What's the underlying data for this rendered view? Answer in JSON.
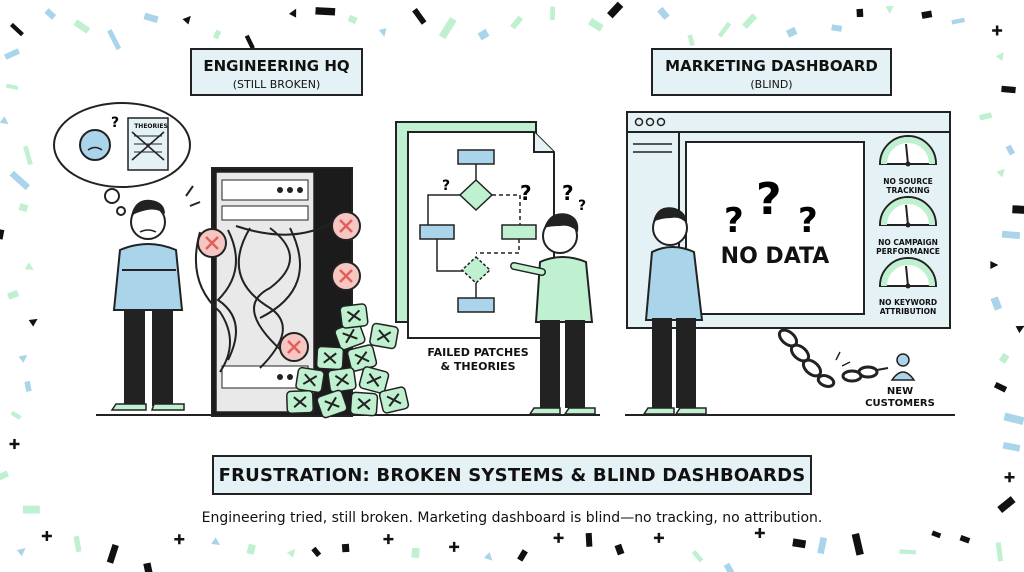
{
  "labels": {
    "engineering_title": "ENGINEERING HQ",
    "engineering_subtitle": "(STILL BROKEN)",
    "marketing_title": "MARKETING DASHBOARD",
    "marketing_subtitle": "(BLIND)",
    "thought_bubble_doc": "THEORIES",
    "failed_patches": "FAILED PATCHES\n& THEORIES",
    "no_data": "NO DATA",
    "gauge_1": "NO SOURCE TRACKING",
    "gauge_2": "NO CAMPAIGN PERFORMANCE",
    "gauge_3": "NO KEYWORD ATTRIBUTION",
    "new_customers": "NEW CUSTOMERS"
  },
  "banner": "FRUSTRATION: BROKEN SYSTEMS & BLIND DASHBOARDS",
  "caption": "Engineering tried, still broken. Marketing dashboard is blind—no tracking, no attribution.",
  "colors": {
    "accent_green": "#bff0d0",
    "accent_blue": "#a9d4ea",
    "label_fill": "#e4f1f5",
    "error_red": "#e0605a",
    "ink": "#111111"
  }
}
